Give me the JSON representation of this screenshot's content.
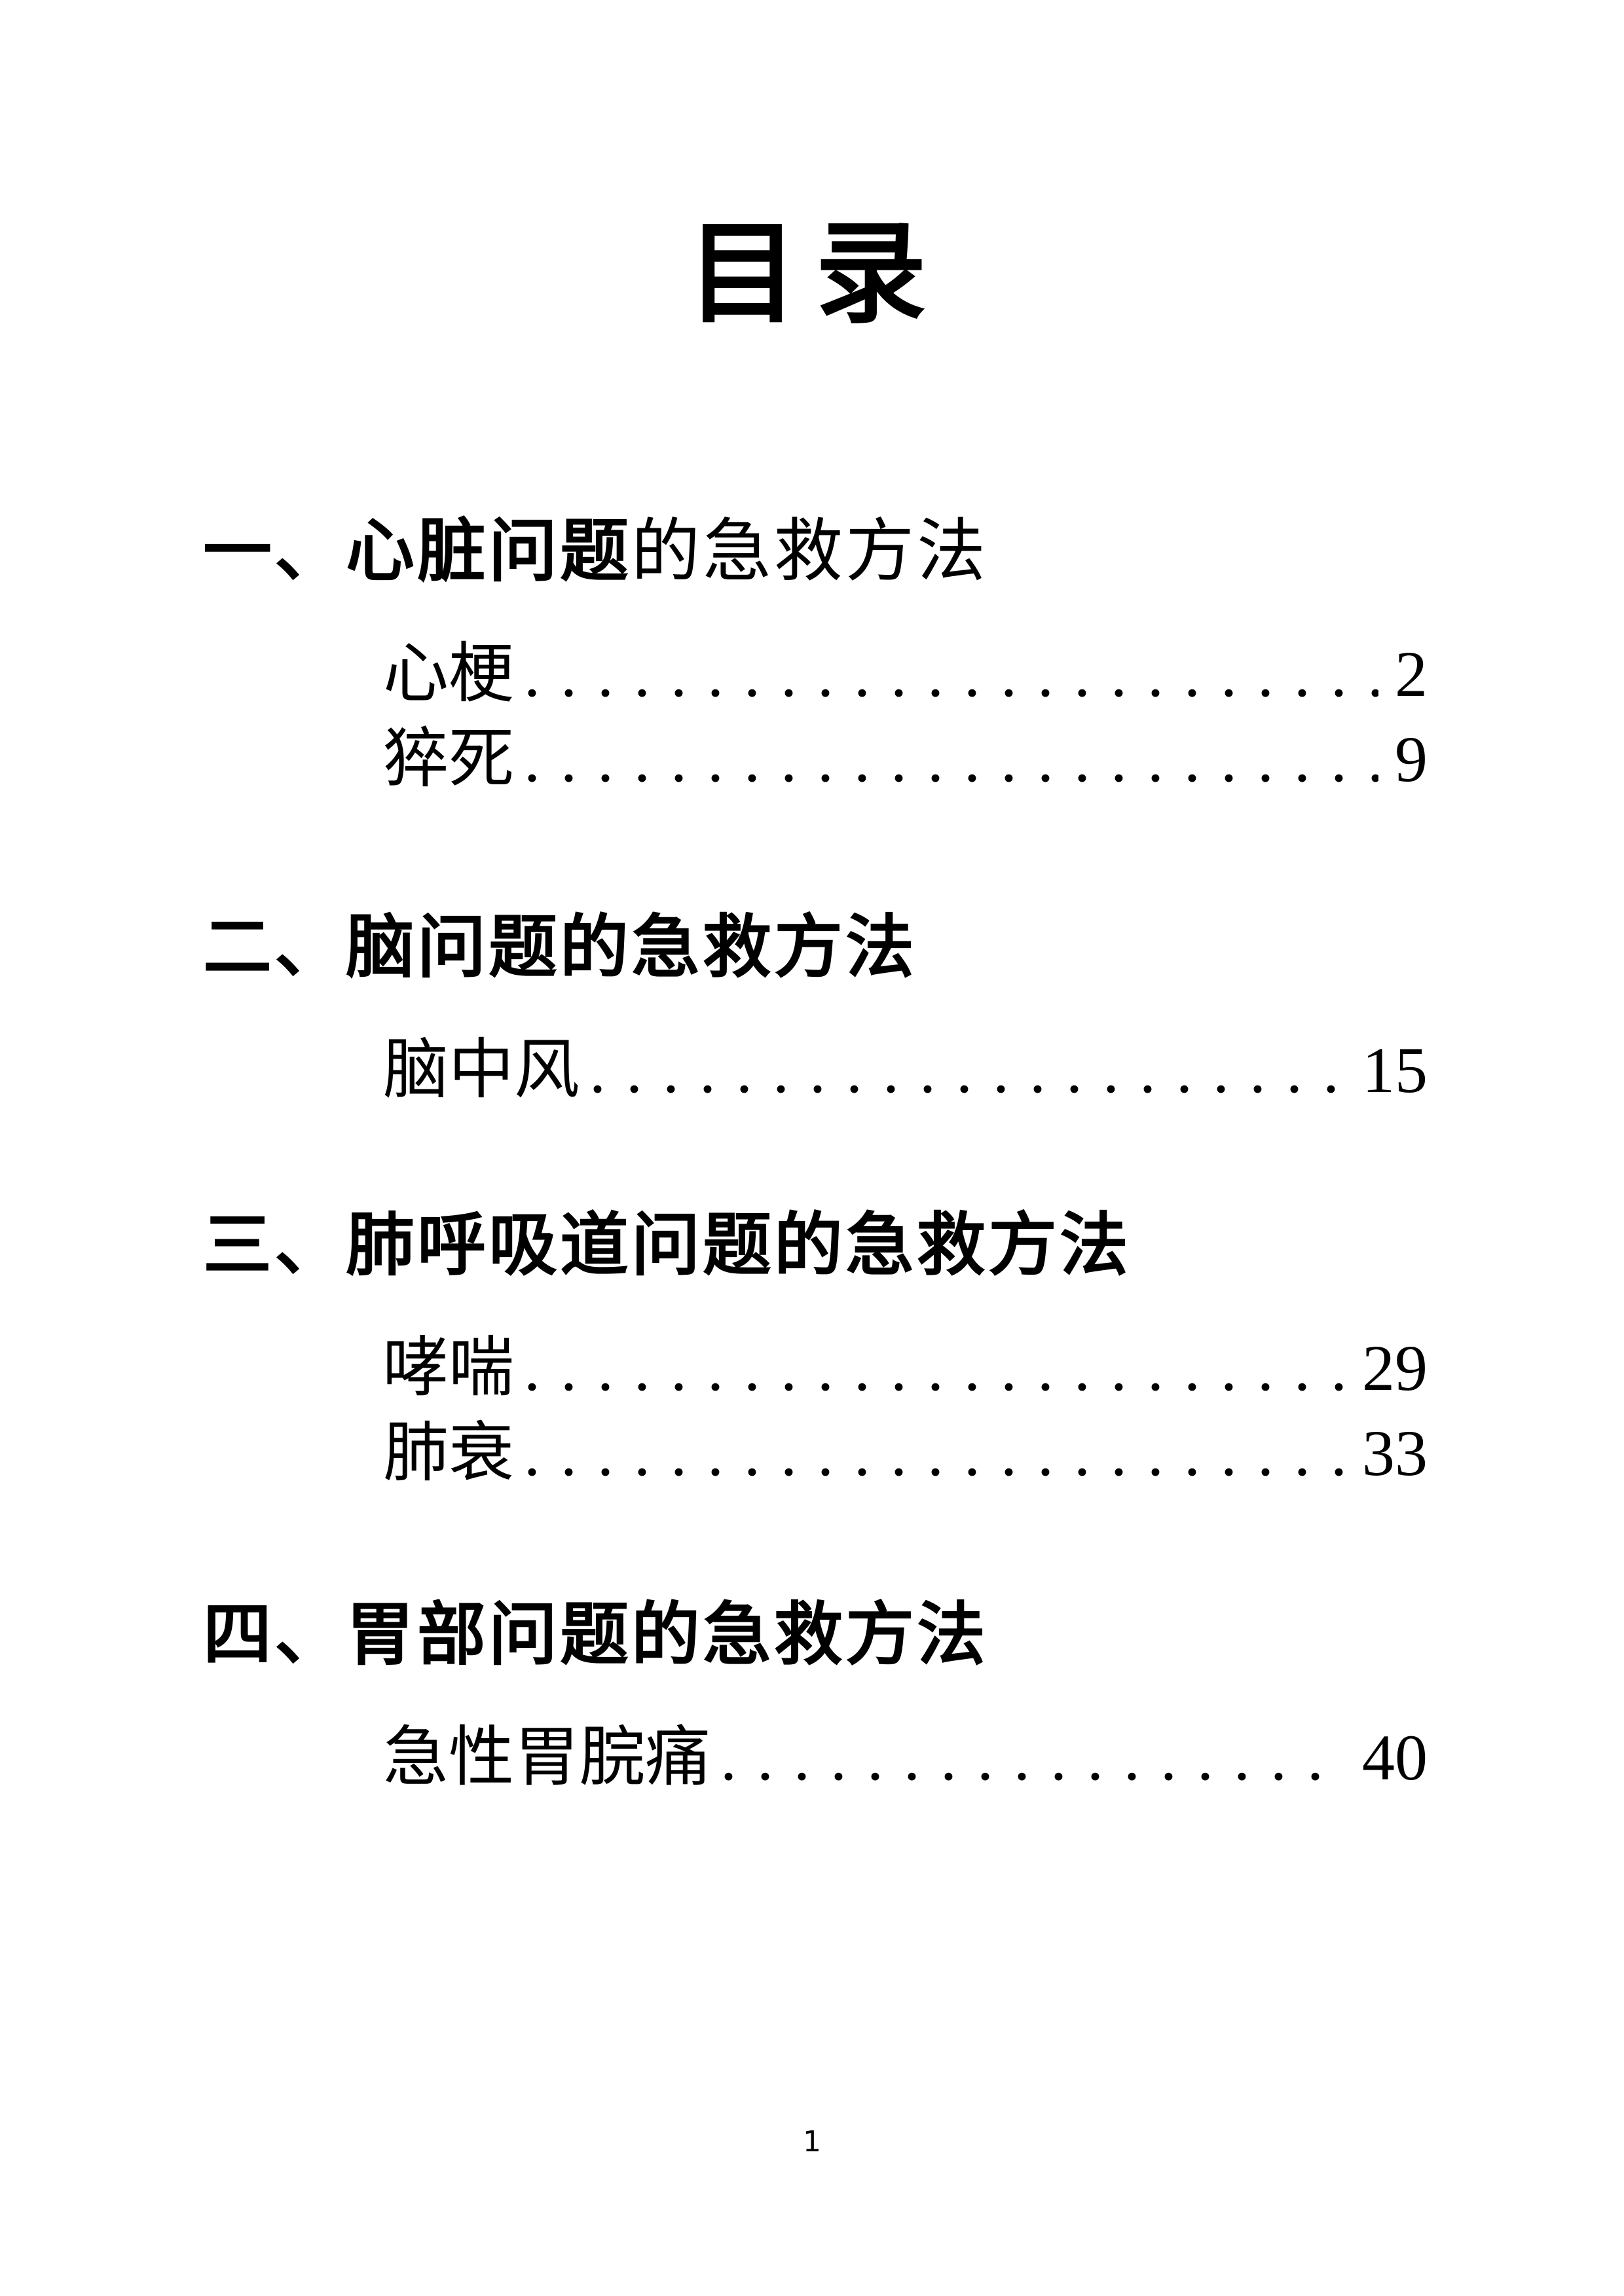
{
  "page": {
    "title": "目录",
    "footer_page_number": "1",
    "background_color": "#ffffff",
    "text_color": "#000000"
  },
  "sections": [
    {
      "number_label": "一、",
      "title_bold": "心脏问题",
      "title_regular": "的急救方法",
      "entries": [
        {
          "label": "心梗",
          "page": "2"
        },
        {
          "label": "猝死",
          "page": "9"
        }
      ]
    },
    {
      "number_label": "二、",
      "title_bold": "脑问题的急救方法",
      "title_regular": "",
      "entries": [
        {
          "label": "脑中风",
          "page": "15"
        }
      ]
    },
    {
      "number_label": "三、",
      "title_bold": "肺呼吸道问题的急救方法",
      "title_regular": "",
      "entries": [
        {
          "label": "哮喘",
          "page": "29"
        },
        {
          "label": "肺衰",
          "page": "33"
        }
      ]
    },
    {
      "number_label": "四、",
      "title_bold": "胃部问题的急救方法",
      "title_regular": "",
      "entries": [
        {
          "label": "急性胃脘痛",
          "page": "40"
        }
      ]
    }
  ]
}
